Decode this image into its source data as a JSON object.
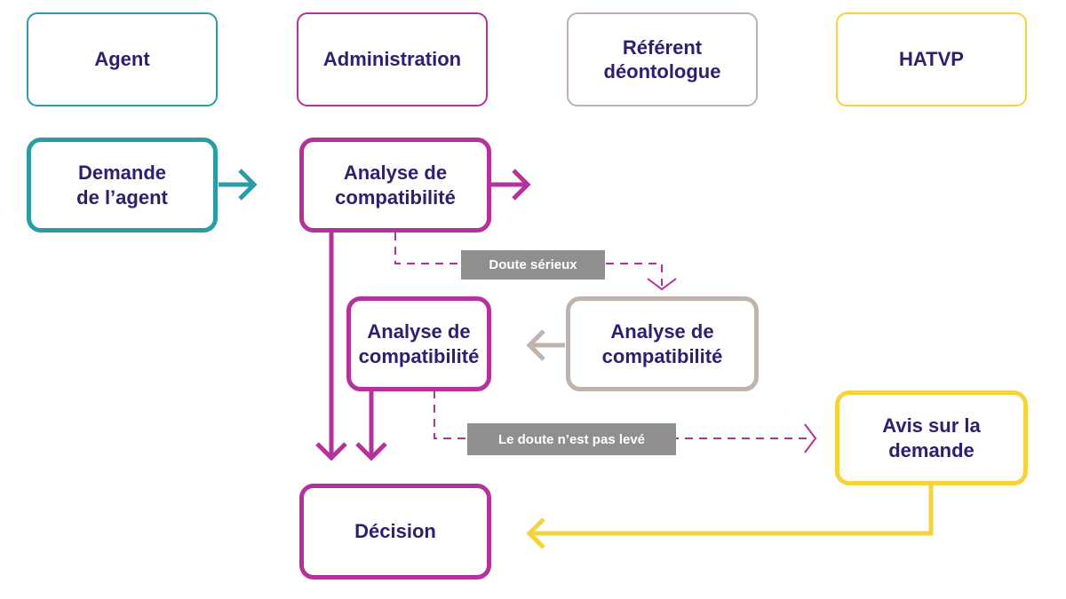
{
  "colors": {
    "agent": "#2a9ca6",
    "administration": "#b5319b",
    "referent": "#bfb3ab",
    "hatvp": "#f5d33c",
    "text": "#2a2270",
    "tag_bg": "#8f8f8f"
  },
  "headers": {
    "agent": "Agent",
    "administration": "Administration",
    "referent": "Référent déontologue",
    "hatvp": "HATVP"
  },
  "steps": {
    "demande": "Demande de l’agent",
    "analyse_admin_1": "Analyse de compatibilité",
    "analyse_admin_2": "Analyse de compatibilité",
    "analyse_referent": "Analyse de compatibilité",
    "avis": "Avis sur la demande",
    "decision": "Décision"
  },
  "labels": {
    "doute_serieux": "Doute sérieux",
    "doute_non_leve": "Le doute n’est pas levé"
  }
}
